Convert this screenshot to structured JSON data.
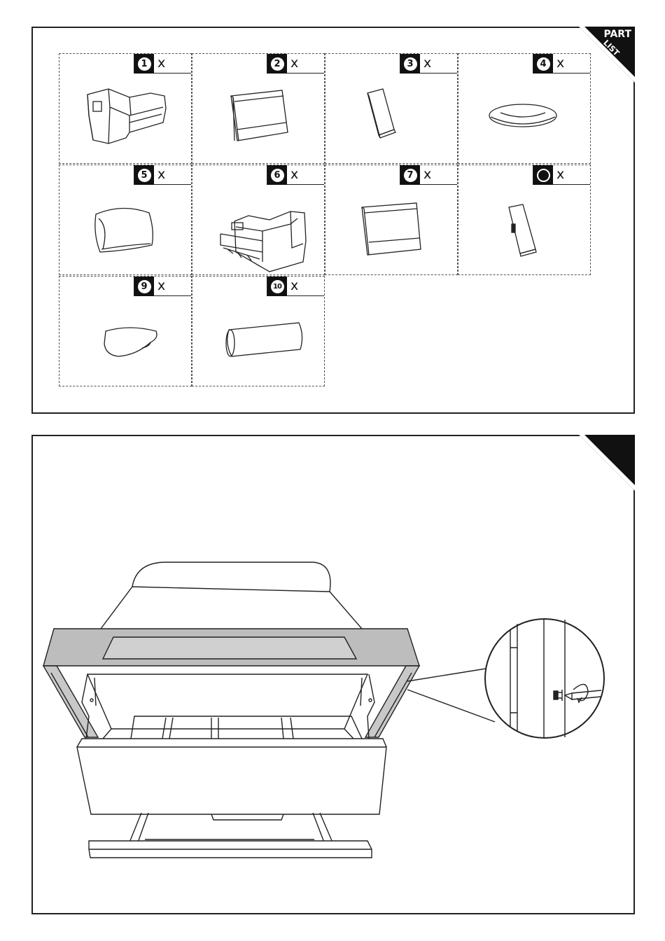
{
  "part_list": {
    "corner_text_top": "PART",
    "corner_text_bottom": "LIST",
    "items": [
      {
        "number": "1",
        "qty": "x",
        "icon": "recliner-seat-module-icon"
      },
      {
        "number": "2",
        "qty": "x",
        "icon": "backrest-panel-icon"
      },
      {
        "number": "3",
        "qty": "x",
        "icon": "armrest-block-icon"
      },
      {
        "number": "4",
        "qty": "x",
        "icon": "oval-cushion-icon"
      },
      {
        "number": "5",
        "qty": "x",
        "icon": "headrest-cushion-icon"
      },
      {
        "number": "6",
        "qty": "x",
        "icon": "recliner-mechanism-module-icon"
      },
      {
        "number": "7",
        "qty": "x",
        "icon": "back-panel-icon"
      },
      {
        "number": "",
        "qty": "x",
        "icon": "armrest-with-control-icon"
      },
      {
        "number": "9",
        "qty": "x",
        "icon": "seat-pad-icon"
      },
      {
        "number": "10",
        "qty": "x",
        "icon": "bolster-pillow-icon"
      }
    ]
  },
  "step": {
    "icons": [
      "sofa-frame-icon",
      "screw-detail-magnifier-icon",
      "screwdriver-icon"
    ]
  },
  "colors": {
    "ink": "#111111",
    "frame_gray": "#bdbdbd"
  }
}
